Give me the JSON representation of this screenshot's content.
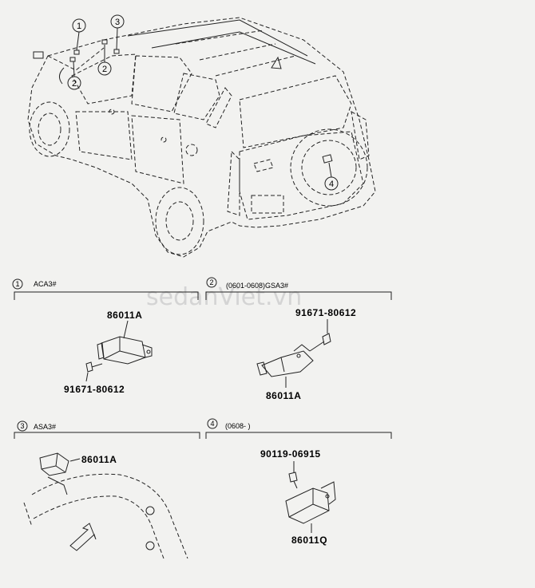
{
  "watermark": "sedanViet.vn",
  "vehicle_callouts": [
    "1",
    "2",
    "3",
    "4",
    "2"
  ],
  "sections": [
    {
      "num": "1",
      "label": "ACA3#",
      "parts": [
        "86011A",
        "91671-80612"
      ]
    },
    {
      "num": "2",
      "label": "(0601-0608)GSA3#",
      "parts": [
        "91671-80612",
        "86011A"
      ]
    },
    {
      "num": "3",
      "label": "ASA3#",
      "parts": [
        "86011A"
      ]
    },
    {
      "num": "4",
      "label": "(0608-    )",
      "parts": [
        "90119-06915",
        "86011Q"
      ]
    }
  ]
}
